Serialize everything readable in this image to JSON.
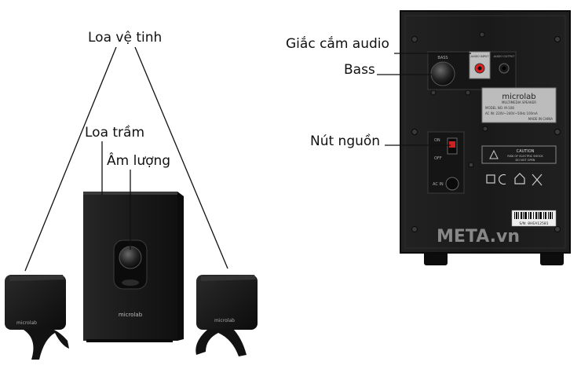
{
  "labels": {
    "satellite_speakers": "Loa vệ tinh",
    "subwoofer": "Loa trầm",
    "volume": "Âm lượng",
    "audio_jack": "Giắc cắm audio",
    "bass": "Bass",
    "power_button": "Nút nguồn"
  },
  "panel": {
    "brand": "microlab",
    "model_line": "MODEL NO. M-108",
    "title": "MULTIMEDIA SPEAKER",
    "power_rating": "AC IN: 220V~240V~50Hz 100mA",
    "made_in": "MADE IN CHINA",
    "bass_label": "BASS",
    "audio_input": "AUDIO INPUT",
    "audio_output": "AUDIO OUTPUT",
    "switch_on": "ON",
    "switch_off": "OFF",
    "ac_in": "AC IN",
    "caution_title": "CAUTION",
    "caution_line1": "RISK OF ELECTRIC SHOCK",
    "caution_line2": "DO NOT OPEN",
    "serial": "S/N: 8HEA12581"
  },
  "watermark": "META.vn",
  "colors": {
    "cabinet": "#1c1c1c",
    "panel": "#141414",
    "background": "#ffffff"
  }
}
